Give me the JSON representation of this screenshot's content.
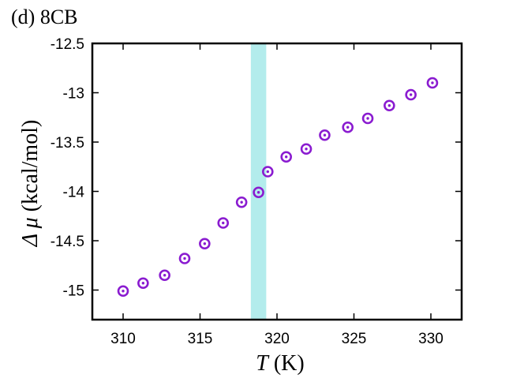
{
  "chart_data": {
    "type": "scatter",
    "panel_label": "(d) 8CB",
    "xlabel": {
      "symbol": "T",
      "unit": " (K)"
    },
    "ylabel": {
      "symbol": "Δ μ",
      "unit": " (kcal/mol)"
    },
    "xlim": [
      308,
      332
    ],
    "ylim": [
      -15.3,
      -12.5
    ],
    "xticks": [
      310,
      315,
      320,
      325,
      330
    ],
    "yticks": [
      -12.5,
      -13,
      -13.5,
      -14,
      -14.5,
      -15
    ],
    "xtick_labels": [
      "310",
      "315",
      "320",
      "325",
      "330"
    ],
    "ytick_labels": [
      "-12.5",
      "-13",
      "-13.5",
      "-14",
      "-14.5",
      "-15"
    ],
    "transition_band": {
      "x0": 318.3,
      "x1": 319.3,
      "color": "#b3ecec"
    },
    "marker": {
      "shape": "circle-dot",
      "color": "#8a1bd0"
    },
    "series": [
      {
        "x": [
          310.0,
          311.3,
          312.7,
          314.0,
          315.3,
          316.5,
          317.7,
          318.8,
          319.4,
          320.6,
          321.9,
          323.1,
          324.6,
          325.9,
          327.3,
          328.7,
          330.1
        ],
        "y": [
          -15.01,
          -14.93,
          -14.85,
          -14.68,
          -14.53,
          -14.32,
          -14.11,
          -14.01,
          -13.8,
          -13.65,
          -13.57,
          -13.43,
          -13.35,
          -13.26,
          -13.13,
          -13.02,
          -12.9
        ]
      }
    ]
  }
}
